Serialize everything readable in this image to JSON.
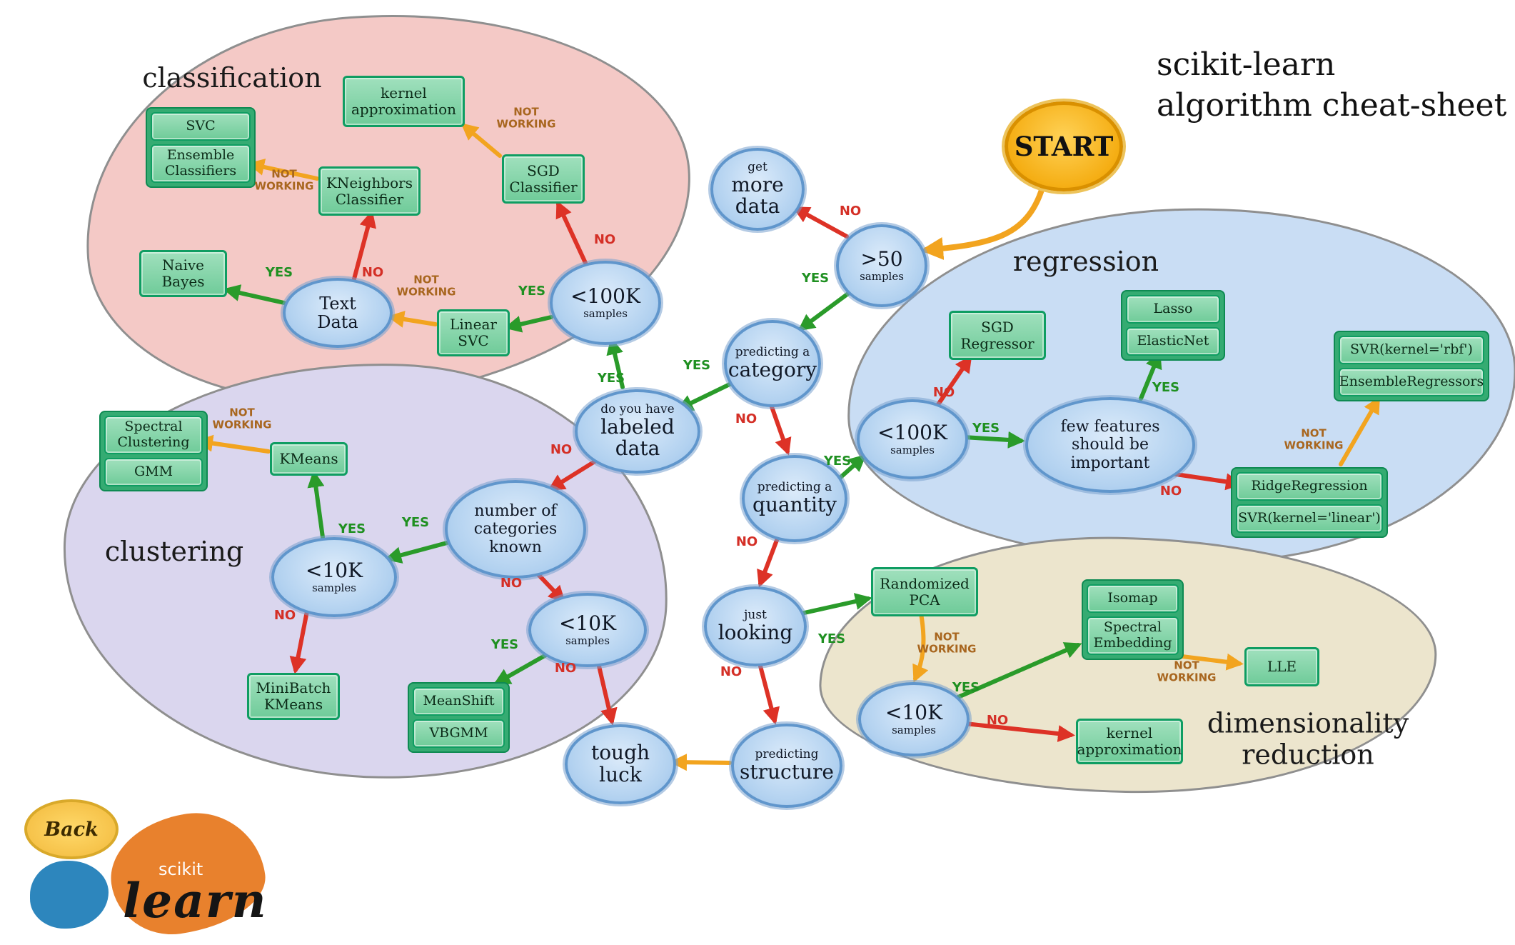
{
  "header": {
    "title": "scikit-learn\nalgorithm cheat-sheet"
  },
  "start": {
    "label": "START"
  },
  "regions": {
    "classification": {
      "label": "classification"
    },
    "clustering": {
      "label": "clustering"
    },
    "regression": {
      "label": "regression"
    },
    "dimensionality_reduction": {
      "label": "dimensionality\nreduction"
    }
  },
  "edge_labels": {
    "yes": "YES",
    "no": "NO",
    "not_working": "NOT\nWORKING"
  },
  "decisions": {
    "get_more_data": {
      "top": "get",
      "main": "more\ndata"
    },
    "gt50_samples": {
      "main": ">50",
      "sub": "samples"
    },
    "predicting_category": {
      "top": "predicting a",
      "main": "category"
    },
    "do_you_have_labeled_data": {
      "top": "do you have",
      "main": "labeled\ndata"
    },
    "lt100k_samples_classification": {
      "main": "<100K",
      "sub": "samples"
    },
    "text_data": {
      "main": "Text\nData"
    },
    "predicting_quantity": {
      "top": "predicting a",
      "main": "quantity"
    },
    "lt100k_samples_regression": {
      "main": "<100K",
      "sub": "samples"
    },
    "few_features_important": {
      "main": "few features\nshould be\nimportant"
    },
    "number_of_categories_known": {
      "main": "number of\ncategories\nknown"
    },
    "lt10k_samples_clustering": {
      "main": "<10K",
      "sub": "samples"
    },
    "lt10k_samples_structure": {
      "main": "<10K",
      "sub": "samples"
    },
    "just_looking": {
      "top": "just",
      "main": "looking"
    },
    "predicting_structure": {
      "top": "predicting",
      "main": "structure"
    },
    "tough_luck": {
      "main": "tough\nluck"
    },
    "lt10k_samples_dimred": {
      "main": "<10K",
      "sub": "samples"
    }
  },
  "algorithms": {
    "kernel_approximation_clf": "kernel\napproximation",
    "svc": "SVC",
    "ensemble_classifiers": "Ensemble\nClassifiers",
    "kneighbors_classifier": "KNeighbors\nClassifier",
    "sgd_classifier": "SGD\nClassifier",
    "naive_bayes": "Naive\nBayes",
    "linear_svc": "Linear\nSVC",
    "sgd_regressor": "SGD\nRegressor",
    "lasso": "Lasso",
    "elasticnet": "ElasticNet",
    "svr_rbf": "SVR(kernel='rbf')",
    "ensemble_regressors": "EnsembleRegressors",
    "ridge_regression": "RidgeRegression",
    "svr_linear": "SVR(kernel='linear')",
    "spectral_clustering": "Spectral\nClustering",
    "gmm": "GMM",
    "kmeans": "KMeans",
    "minibatch_kmeans": "MiniBatch\nKMeans",
    "meanshift": "MeanShift",
    "vbgmm": "VBGMM",
    "randomized_pca": "Randomized\nPCA",
    "isomap": "Isomap",
    "spectral_embedding": "Spectral\nEmbedding",
    "lle": "LLE",
    "kernel_approximation_dimred": "kernel\napproximation"
  },
  "footer": {
    "back": "Back",
    "logo_scikit": "scikit",
    "logo_learn": "learn"
  },
  "colors": {
    "yes_arrow": "#2a9b2a",
    "no_arrow": "#dd3226",
    "not_working_arrow": "#f2a41f",
    "start_fill": "#f5ae14",
    "classification_region": "#f4c9c6",
    "clustering_region": "#dad6ee",
    "regression_region": "#c9ddf4",
    "dimensionality_region": "#ece5cd",
    "algorithm_box": "#6fcb99",
    "decision_node": "#b3d2f0"
  }
}
